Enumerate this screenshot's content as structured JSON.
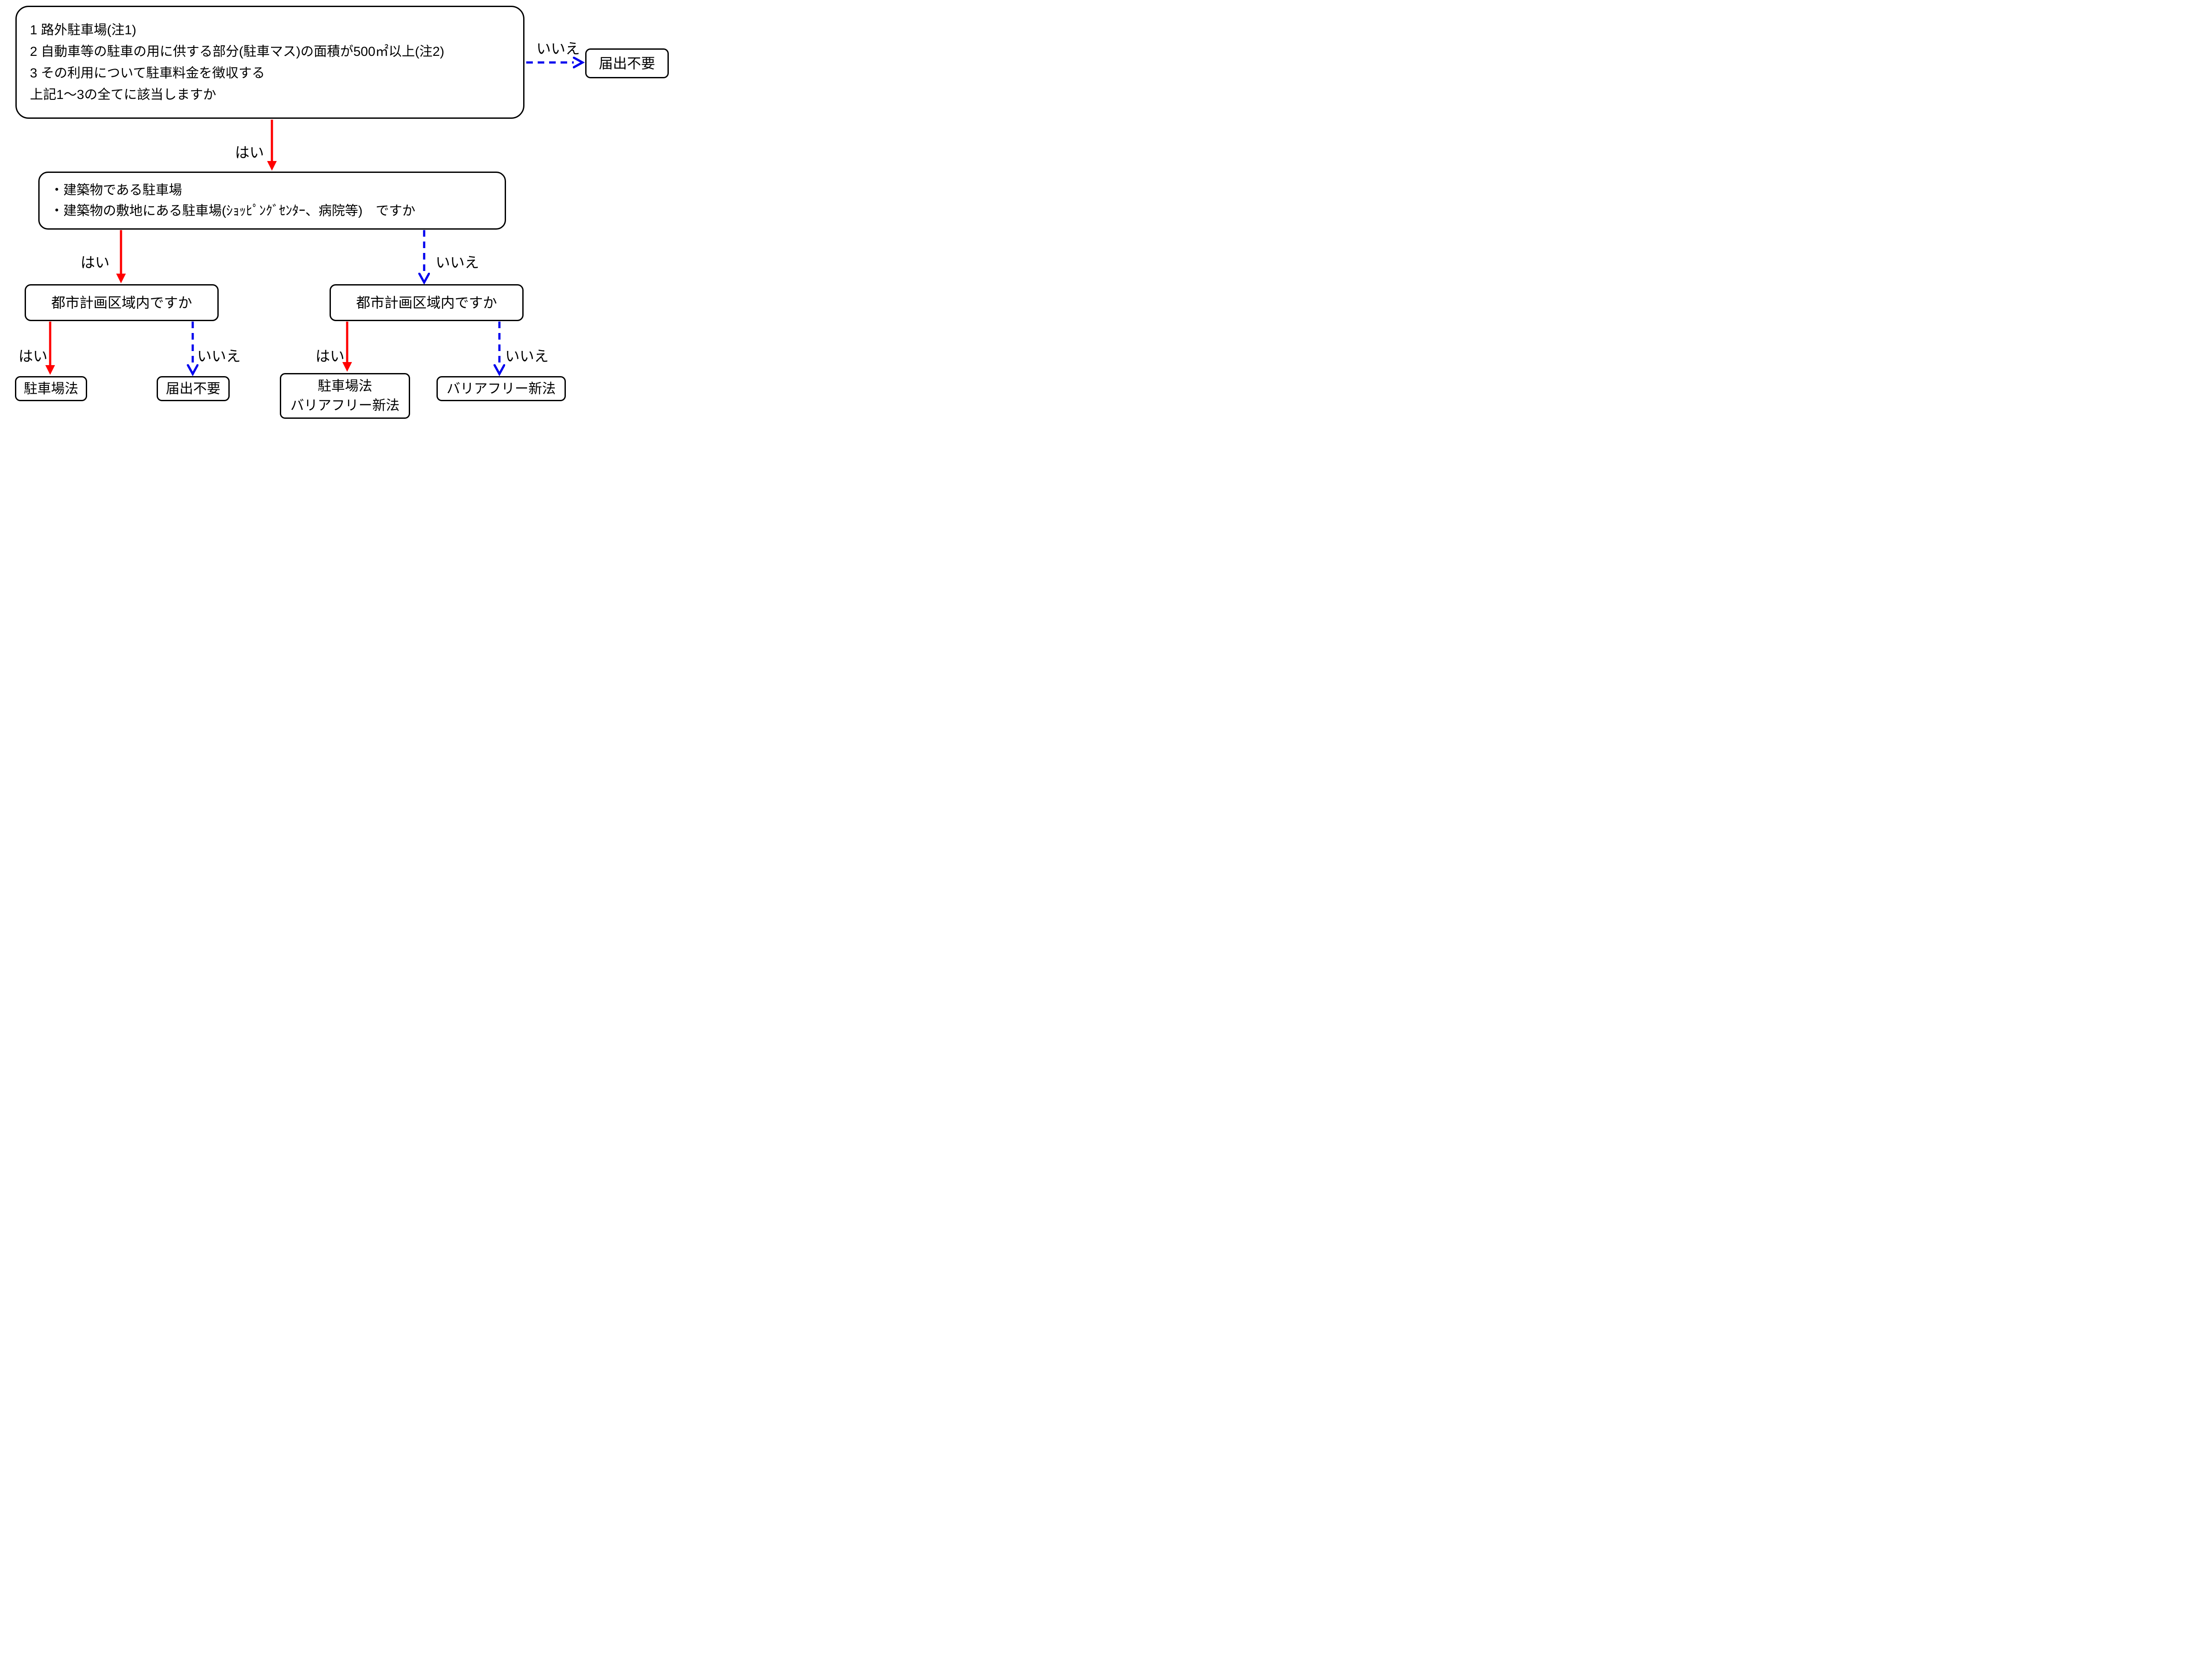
{
  "palette": {
    "yes_arrow_color": "#ff0000",
    "no_arrow_color": "#0000ee",
    "box_border_color": "#000000",
    "background": "#ffffff"
  },
  "edge_labels": {
    "yes": "はい",
    "no": "いいえ"
  },
  "nodes": {
    "conditions": {
      "lines": [
        "1 路外駐車場(注1)",
        "2 自動車等の駐車の用に供する部分(駐車マス)の面積が500㎡以上(注2)",
        "3 その利用について駐車料金を徴収する",
        "上記1～3の全てに該当しますか"
      ]
    },
    "exempt_top": {
      "label": "届出不要"
    },
    "building_question": {
      "lines": [
        "・建築物である駐車場",
        "・建築物の敷地にある駐車場(ｼｮｯﾋﾟﾝｸﾞｾﾝﾀｰ、病院等)　ですか"
      ]
    },
    "city_plan_left": {
      "label": "都市計画区域内ですか"
    },
    "city_plan_right": {
      "label": "都市計画区域内ですか"
    },
    "parking_law": {
      "label": "駐車場法"
    },
    "exempt_left": {
      "label": "届出不要"
    },
    "parking_and_barrier": {
      "lines": [
        "駐車場法",
        "バリアフリー新法"
      ]
    },
    "barrier_free": {
      "label": "バリアフリー新法"
    }
  }
}
